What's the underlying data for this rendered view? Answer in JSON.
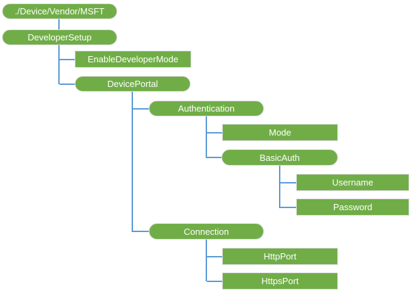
{
  "colors": {
    "node_fill": "#70AD47",
    "node_text": "#FFFFFF",
    "node_border": "#DCDCDC",
    "connector": "#5B9BD5",
    "canvas_bg": "#FFFFFF"
  },
  "nodes": [
    {
      "id": "root",
      "label": "./Device/Vendor/MSFT",
      "shape": "pill",
      "parent": null
    },
    {
      "id": "developer-setup",
      "label": "DeveloperSetup",
      "shape": "pill",
      "parent": "root"
    },
    {
      "id": "enable-developer-mode",
      "label": "EnableDeveloperMode",
      "shape": "rect",
      "parent": "developer-setup"
    },
    {
      "id": "device-portal",
      "label": "DevicePortal",
      "shape": "pill",
      "parent": "developer-setup"
    },
    {
      "id": "authentication",
      "label": "Authentication",
      "shape": "pill",
      "parent": "device-portal"
    },
    {
      "id": "mode",
      "label": "Mode",
      "shape": "rect",
      "parent": "authentication"
    },
    {
      "id": "basic-auth",
      "label": "BasicAuth",
      "shape": "pill",
      "parent": "authentication"
    },
    {
      "id": "username",
      "label": "Username",
      "shape": "rect",
      "parent": "basic-auth"
    },
    {
      "id": "password",
      "label": "Password",
      "shape": "rect",
      "parent": "basic-auth"
    },
    {
      "id": "connection",
      "label": "Connection",
      "shape": "pill",
      "parent": "device-portal"
    },
    {
      "id": "http-port",
      "label": "HttpPort",
      "shape": "rect",
      "parent": "connection"
    },
    {
      "id": "https-port",
      "label": "HttpsPort",
      "shape": "rect",
      "parent": "connection"
    }
  ]
}
